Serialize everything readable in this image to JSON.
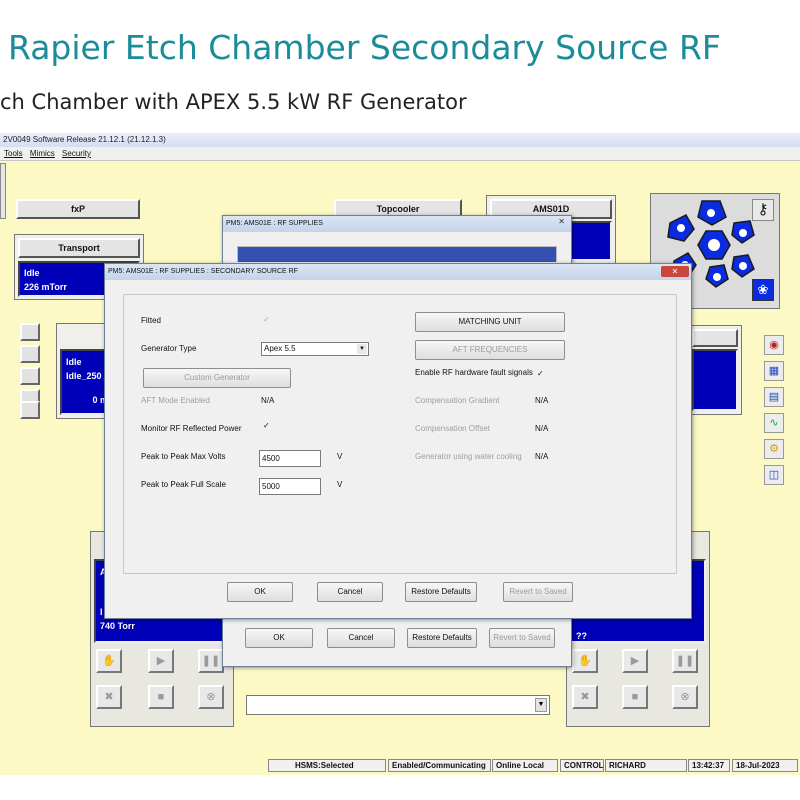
{
  "slide": {
    "title": "Rapier Etch Chamber Secondary Source RF",
    "subtitle": "ch Chamber with APEX 5.5 kW RF Generator"
  },
  "app": {
    "titlebar": "2V0049  Software Release 21.12.1 (21.12.1.3)",
    "menu": [
      "Tools",
      "Mimics",
      "Security"
    ]
  },
  "modules": {
    "fxp": "fxP",
    "transport": "Transport",
    "topcooler": "Topcooler",
    "ams01d": "AMS01D",
    "transport_state": "Idle",
    "transport_pressure": "226 mTorr",
    "pm_state_1": "Idle",
    "pm_state_2": "Idle_250",
    "pm_pressure_partial": "0 m",
    "load_pressure": "740 Torr",
    "right_partial": "??",
    "left_partial_a": "A",
    "left_partial_b": "I"
  },
  "back_dialog": {
    "title": "PM5: AMS01E : RF SUPPLIES",
    "ok": "OK",
    "cancel": "Cancel",
    "restore": "Restore Defaults",
    "revert": "Revert to Saved",
    "close": "✕"
  },
  "dialog": {
    "title": "PM5: AMS01E : RF SUPPLIES : SECONDARY SOURCE RF",
    "close": "✕",
    "fitted_label": "Fitted",
    "generator_type_label": "Generator Type",
    "generator_type_value": "Apex 5.5",
    "custom_generator": "Custom Generator",
    "aft_mode_label": "AFT Mode Enabled",
    "aft_mode_value": "N/A",
    "monitor_label": "Monitor RF Reflected Power",
    "ptp_max_label": "Peak to Peak Max Volts",
    "ptp_max_value": "4500",
    "ptp_max_unit": "V",
    "ptp_full_label": "Peak to Peak Full Scale",
    "ptp_full_value": "5000",
    "ptp_full_unit": "V",
    "matching_unit": "MATCHING UNIT",
    "aft_frequencies": "AFT FREQUENCIES",
    "enable_fault_label": "Enable RF hardware fault signals",
    "comp_gradient_label": "Compensation Gradient",
    "comp_gradient_value": "N/A",
    "comp_offset_label": "Compensation Offset",
    "comp_offset_value": "N/A",
    "water_cooling_label": "Generator using water cooling",
    "water_cooling_value": "N/A",
    "ok": "OK",
    "cancel": "Cancel",
    "restore": "Restore Defaults",
    "revert": "Revert to Saved"
  },
  "statusbar": {
    "hsms": "HSMS:Selected",
    "comm": "Enabled/Communicating",
    "online": "Online Local",
    "control": "CONTROL",
    "user": "RICHARD",
    "time": "13:42:37",
    "date": "18-Jul-2023"
  },
  "colors": {
    "title_teal": "#1b8c9a",
    "app_background": "#fcf9c5",
    "module_blue": "#0000b8"
  }
}
